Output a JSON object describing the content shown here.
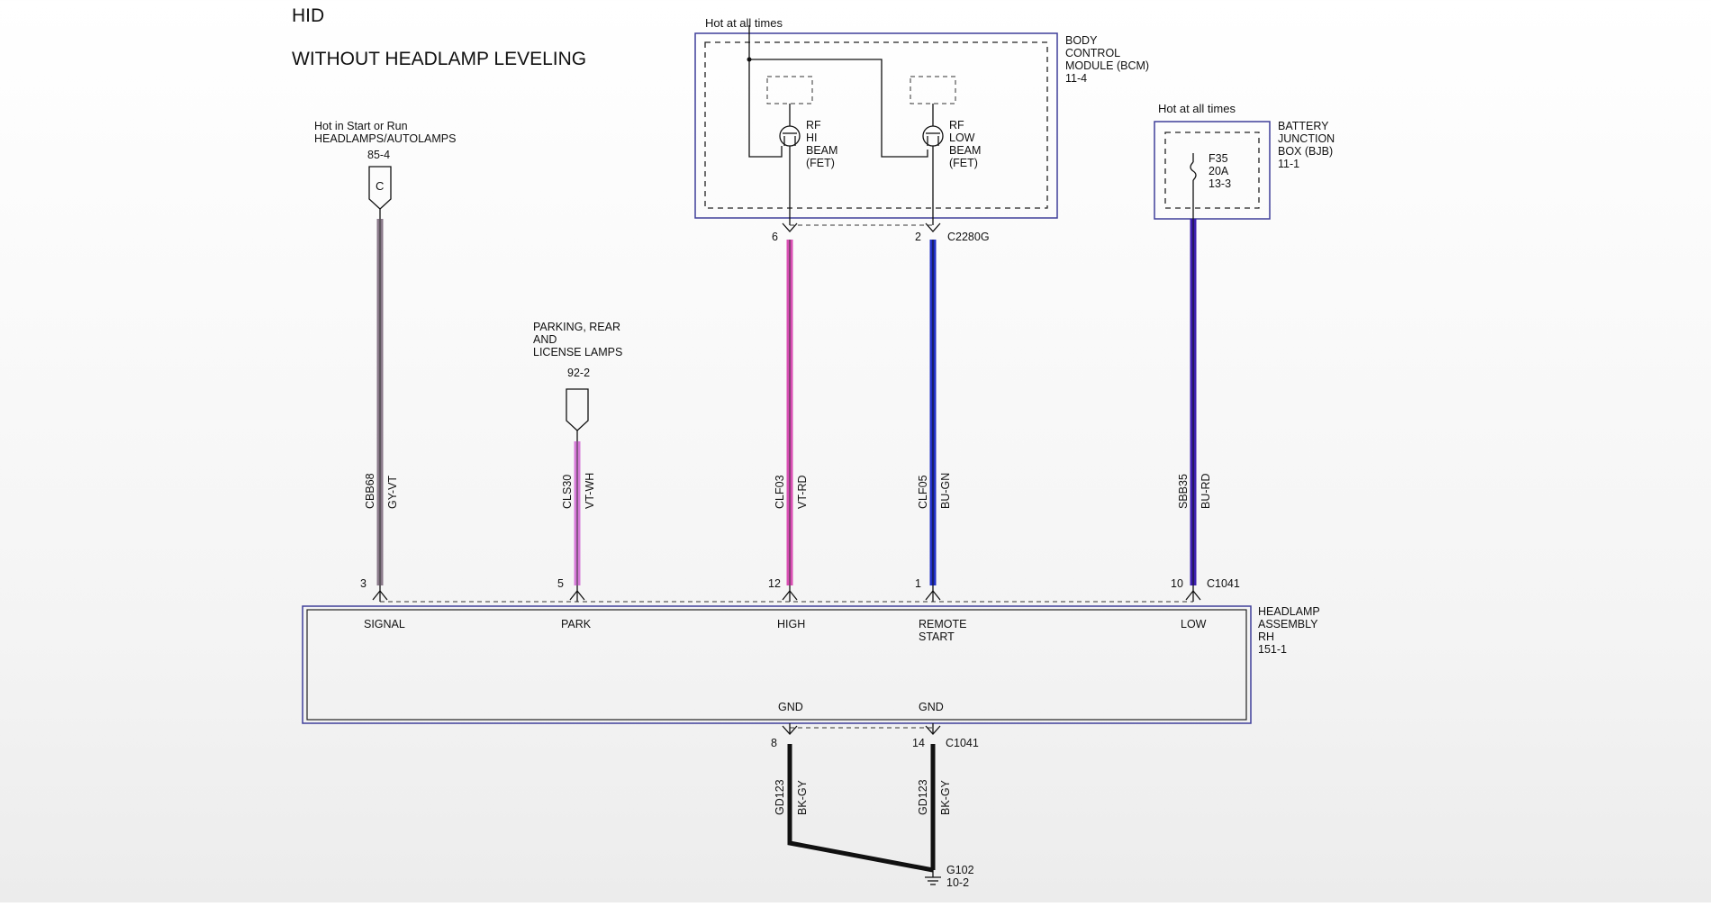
{
  "title": {
    "line1": "HID",
    "line2": "WITHOUT HEADLAMP LEVELING"
  },
  "colors": {
    "module_border": "#3f3f9a",
    "wire_gy_vt": "#8a7a8a",
    "wire_vt_wh": "#d77ad9",
    "wire_vt_rd": "#d94fb4",
    "wire_bu_gn": "#1f2fc7",
    "wire_bu_rd": "#3c1fb0",
    "wire_bk_gy": "#111111"
  },
  "icons": [
    "connector-arrow-icon",
    "fet-transistor-icon",
    "fuse-icon",
    "ground-icon",
    "offpage-connector-icon"
  ],
  "sources": {
    "headlamps": {
      "line1": "Hot in Start or Run",
      "line2": "HEADLAMPS/AUTOLAMPS",
      "ref": "85-4",
      "tag": "C"
    },
    "parking": {
      "line1": "PARKING, REAR",
      "line2": "AND",
      "line3": "LICENSE LAMPS",
      "ref": "92-2"
    }
  },
  "bcm": {
    "hot_label": "Hot at all times",
    "name": [
      "BODY",
      "CONTROL",
      "MODULE (BCM)",
      "11-4"
    ],
    "fet_hi": [
      "RF",
      "HI",
      "BEAM",
      "(FET)"
    ],
    "fet_low": [
      "RF",
      "LOW",
      "BEAM",
      "(FET)"
    ],
    "pin_hi": "6",
    "pin_low": "2",
    "connector": "C2280G"
  },
  "bjb": {
    "hot_label": "Hot at all times",
    "name": [
      "BATTERY",
      "JUNCTION",
      "BOX (BJB)",
      "11-1"
    ],
    "fuse": [
      "F35",
      "20A",
      "13-3"
    ]
  },
  "wires": [
    {
      "circuit": "CBB68",
      "color": "GY-VT"
    },
    {
      "circuit": "CLS30",
      "color": "VT-WH"
    },
    {
      "circuit": "CLF03",
      "color": "VT-RD"
    },
    {
      "circuit": "CLF05",
      "color": "BU-GN"
    },
    {
      "circuit": "SBB35",
      "color": "BU-RD"
    }
  ],
  "headlamp": {
    "name": [
      "HEADLAMP",
      "ASSEMBLY",
      "RH",
      "151-1"
    ],
    "connector": "C1041",
    "pins": [
      {
        "pin": "3",
        "label": "SIGNAL"
      },
      {
        "pin": "5",
        "label": "PARK"
      },
      {
        "pin": "12",
        "label": "HIGH"
      },
      {
        "pin": "1",
        "label": "REMOTE",
        "label2": "START"
      },
      {
        "pin": "10",
        "label": "LOW"
      }
    ],
    "gnd_label": "GND",
    "gnd_pins": [
      "8",
      "14"
    ],
    "gnd_connector": "C1041"
  },
  "ground_wires": [
    {
      "circuit": "GD123",
      "color": "BK-GY"
    },
    {
      "circuit": "GD123",
      "color": "BK-GY"
    }
  ],
  "ground": {
    "name": "G102",
    "ref": "10-2"
  }
}
